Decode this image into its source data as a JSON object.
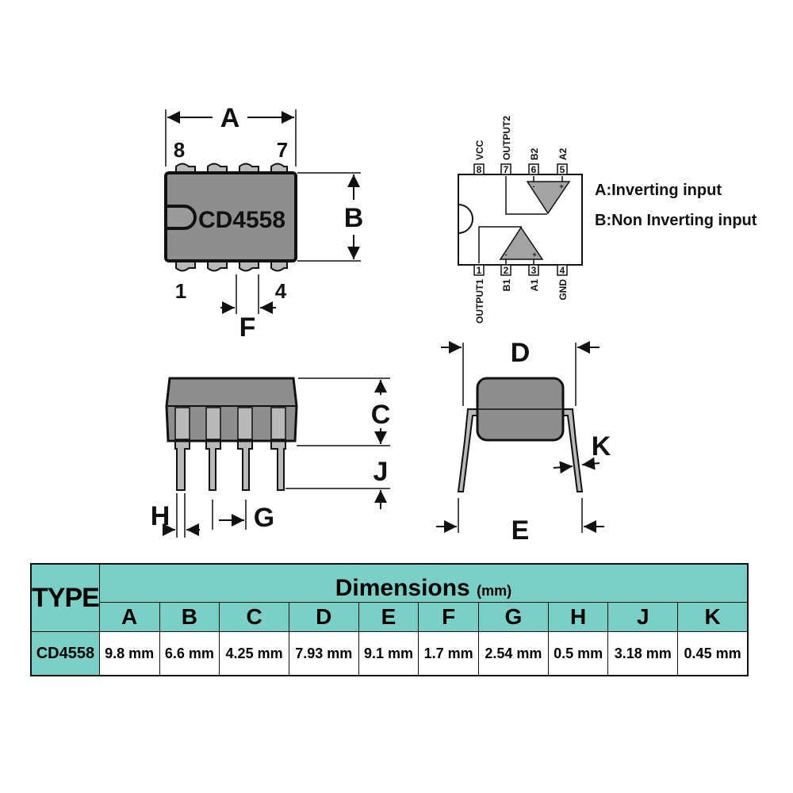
{
  "chip": {
    "name": "CD4558",
    "pin_top_left": "8",
    "pin_top_right": "7",
    "pin_bottom_left": "1",
    "pin_bottom_right": "4"
  },
  "dims": {
    "A": "A",
    "B": "B",
    "C": "C",
    "D": "D",
    "E": "E",
    "F": "F",
    "G": "G",
    "H": "H",
    "J": "J",
    "K": "K"
  },
  "pinout": {
    "top": [
      {
        "num": "8",
        "name": "VCC"
      },
      {
        "num": "7",
        "name": "OUTPUT2"
      },
      {
        "num": "6",
        "name": "B2"
      },
      {
        "num": "5",
        "name": "A2"
      }
    ],
    "bottom": [
      {
        "num": "1",
        "name": "OUTPUT1"
      },
      {
        "num": "2",
        "name": "B1"
      },
      {
        "num": "3",
        "name": "A1"
      },
      {
        "num": "4",
        "name": "GND"
      }
    ],
    "minus": "-",
    "plus": "+"
  },
  "legend": {
    "a": "A:Inverting input",
    "b": "B:Non Inverting input"
  },
  "table": {
    "type_header": "TYPE",
    "title": "Dimensions",
    "unit": "(mm)",
    "columns": [
      "A",
      "B",
      "C",
      "D",
      "E",
      "F",
      "G",
      "H",
      "J",
      "K"
    ],
    "row": {
      "type": "CD4558",
      "values": [
        "9.8 mm",
        "6.6 mm",
        "4.25 mm",
        "7.93 mm",
        "9.1 mm",
        "1.7 mm",
        "2.54 mm",
        "0.5 mm",
        "3.18 mm",
        "0.45 mm"
      ]
    }
  },
  "colors": {
    "teal": "#7ccfc6",
    "body_gray": "#8e8e8e",
    "pin_gray": "#b9b9b9"
  }
}
